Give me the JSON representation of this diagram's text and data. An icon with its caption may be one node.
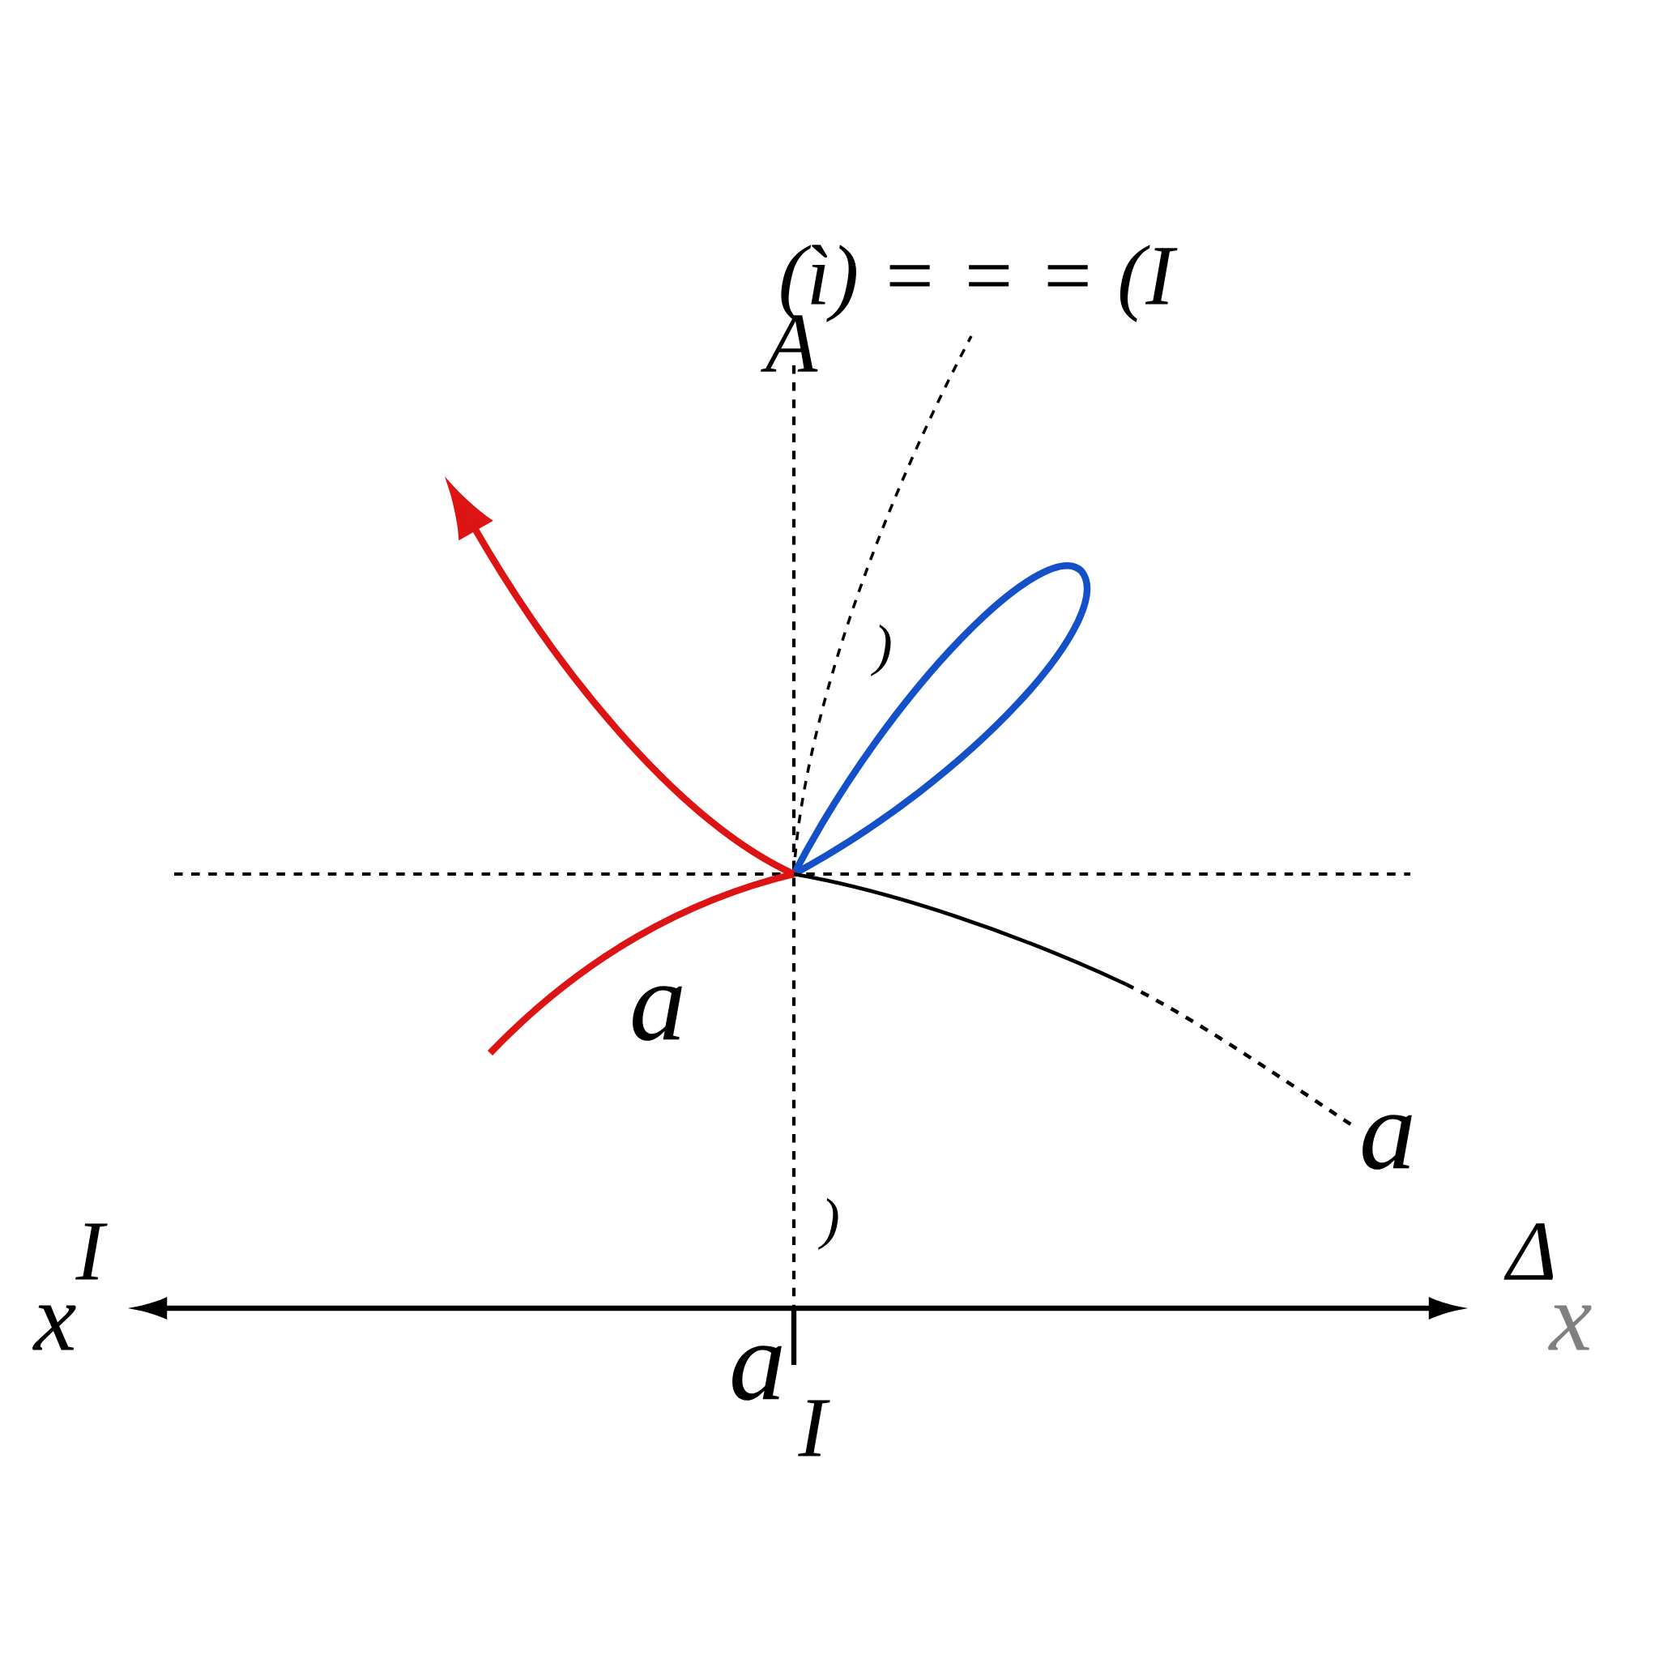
{
  "diagram": {
    "labels": [
      "(ì) = = = (I",
      "A",
      ")",
      "a",
      "a",
      ")",
      "I",
      "Δ",
      "x",
      "x",
      "a",
      "I"
    ]
  }
}
